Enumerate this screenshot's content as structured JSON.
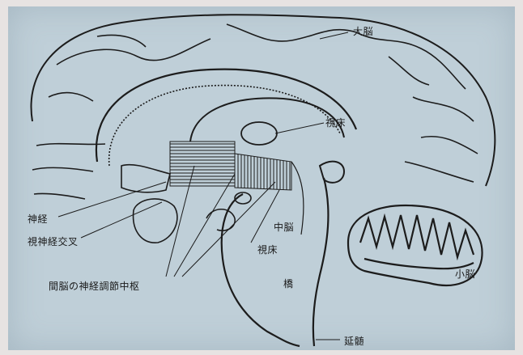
{
  "figure": {
    "labels": {
      "cerebrum": "大脳",
      "thalamus": "視床",
      "optic_nerve": "神経",
      "optic_chiasm": "視神経交叉",
      "hypothalamus_center": "間脳の神経調節中枢",
      "midbrain": "中脳",
      "midbrain_hypo": "視床",
      "pons": "橋",
      "cerebellum": "小脳",
      "medulla": "延髄"
    },
    "colors": {
      "paper": "#bfcfd8",
      "ink": "#1c1c1c",
      "background": "#e7e3e2"
    }
  }
}
